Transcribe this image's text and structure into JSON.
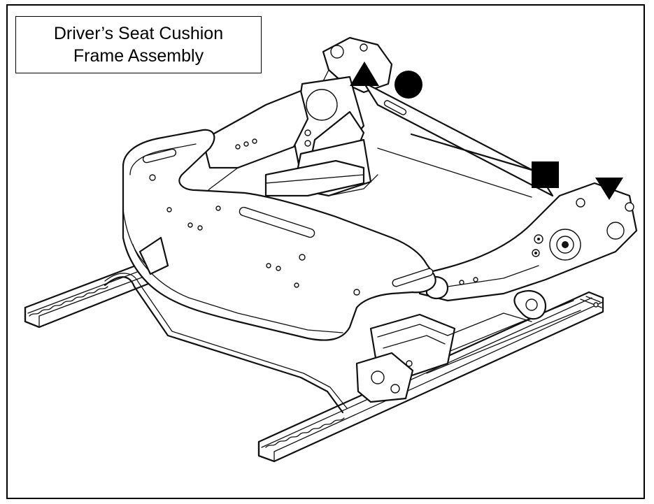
{
  "title": {
    "line1": "Driver’s Seat Cushion",
    "line2": "Frame Assembly"
  },
  "markers": [
    {
      "shape": "triangle-up",
      "color": "#000000"
    },
    {
      "shape": "circle",
      "color": "#000000"
    },
    {
      "shape": "square",
      "color": "#000000"
    },
    {
      "shape": "triangle-down",
      "color": "#000000"
    }
  ]
}
